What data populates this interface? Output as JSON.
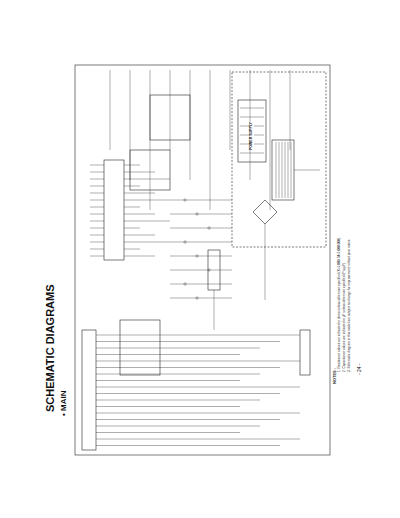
{
  "diagram": {
    "title": "SCHEMATIC DIAGRAMS",
    "labels": [
      "• MAIN",
      "POWER SUPPLY",
      "NOTES :",
      "1. Resistance values are indicated in ohms unless otherwise specified (K=1,000, M=1,000,000).",
      "2. Capacitance values are indicated in µF unless otherwise specified (P=µµF).",
      "3. Schematic diagram in this model are subject to change for improvement without prior notice.",
      "- 24 -"
    ]
  }
}
